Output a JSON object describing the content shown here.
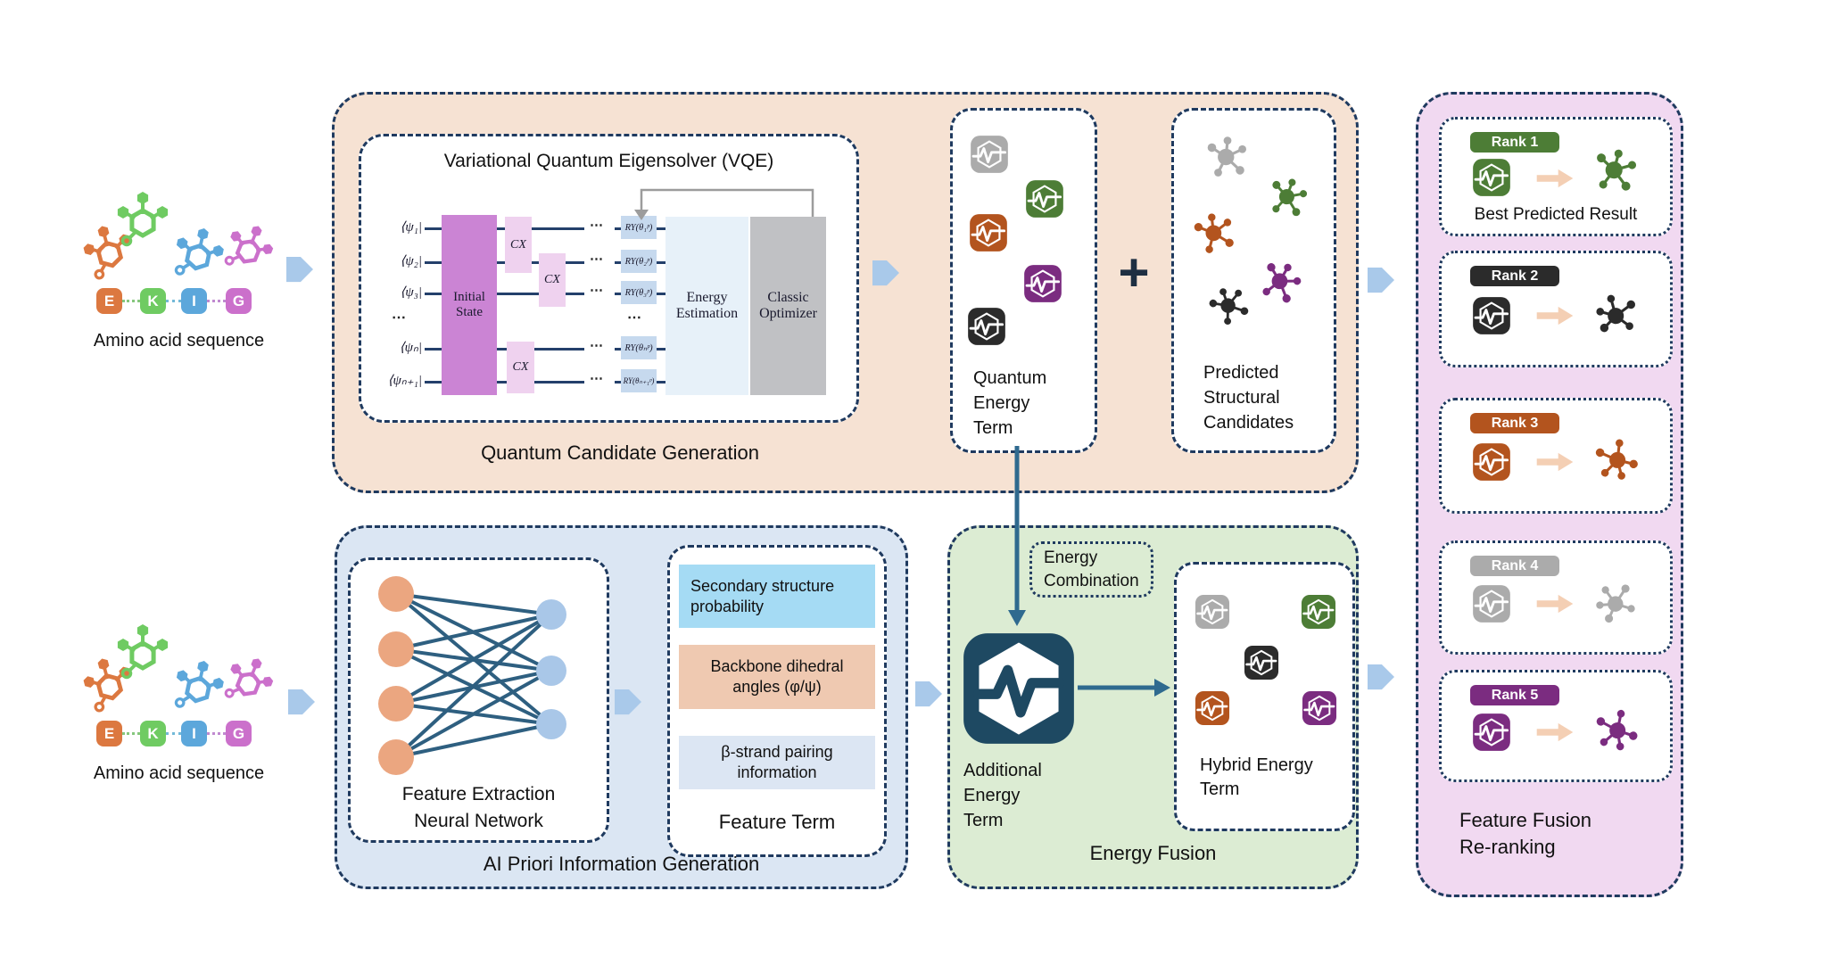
{
  "colors": {
    "navy": "#1f3a5f",
    "teal_arrow": "#2f6a8f",
    "feedback_gray": "#9c9c9c",
    "panel_peach": "#f6e2d3",
    "panel_blue": "#dbe6f3",
    "panel_green": "#dcecd3",
    "panel_pink": "#f1d9f1",
    "blue_arrow": "#a9c9ea",
    "peach_arrow": "#f4cfb4",
    "plus": "#1e2f42",
    "gray": "#ababab",
    "green": "#4d7d36",
    "orange": "#b3541e",
    "purple": "#7b2c80",
    "black": "#2b2b2b",
    "dark_icon": "#1e4962",
    "amino_orange": "#dc7840",
    "amino_green": "#6fcb62",
    "amino_blue": "#5ca7db",
    "amino_magenta": "#cb70cb",
    "connector_1": "#86c77d",
    "connector_2": "#72b9d8",
    "connector_3": "#c08ad0",
    "initial_state": "#cb84d4",
    "cx_gate": "#efd2ef",
    "ry_gate": "#c6d9ee",
    "energy_estimation": "#e7f1f9",
    "classic_optimizer": "#c0c1c4",
    "node_orange": "#eba680",
    "node_blue": "#a9c7e8",
    "edge": "#2e5f80",
    "ss_box": "#a5dbf4",
    "bb_box": "#efc9b1",
    "bs_box": "#dce6f3"
  },
  "sequence_top": {
    "letters": [
      "E",
      "K",
      "I",
      "G"
    ],
    "label": "Amino acid sequence"
  },
  "sequence_bottom": {
    "letters": [
      "E",
      "K",
      "I",
      "G"
    ],
    "label": "Amino acid sequence"
  },
  "quantum_panel": {
    "label": "Quantum Candidate Generation",
    "vqe": {
      "title": "Variational Quantum Eigensolver (VQE)",
      "qubits": [
        "⟨ψ₁|",
        "⟨ψ₂|",
        "⟨ψ₃|",
        "⟨ψₙ|",
        "⟨ψₙ₊₁|"
      ],
      "dots": "⋯",
      "initial_state": "Initial State",
      "cx": "CX",
      "ry_gates": [
        "RY(θ₁ᵖ)",
        "RY(θ₂ᵖ)",
        "RY(θ₃ᵖ)",
        "RY(θₙᵖ)",
        "RY(θₙ₊₁ᵖ)"
      ],
      "energy_estimation": "Energy Estimation",
      "classic_optimizer": "Classic Optimizer"
    },
    "quantum_energy_term": {
      "lines": [
        "Quantum",
        "Energy",
        "Term"
      ]
    },
    "plus": "+",
    "predicted": {
      "lines": [
        "Predicted",
        "Structural",
        "Candidates"
      ]
    }
  },
  "ai_panel": {
    "label": "AI Priori Information Generation",
    "nn_label": [
      "Feature Extraction",
      "Neural Network"
    ],
    "feature_term": {
      "label": "Feature Term",
      "items": [
        "Secondary structure probability",
        "Backbone dihedral angles (φ/ψ)",
        "β-strand pairing information"
      ]
    }
  },
  "fusion_panel": {
    "label": "Energy Fusion",
    "energy_combination": [
      "Energy",
      "Combination"
    ],
    "additional": [
      "Additional",
      "Energy",
      "Term"
    ],
    "hybrid": [
      "Hybrid Energy",
      "Term"
    ]
  },
  "rerank_panel": {
    "label": [
      "Feature Fusion",
      "Re-ranking"
    ],
    "ranks": [
      {
        "label": "Rank 1",
        "color": "#4d7d36",
        "note": "Best Predicted Result"
      },
      {
        "label": "Rank 2",
        "color": "#2b2b2b"
      },
      {
        "label": "Rank 3",
        "color": "#b3541e"
      },
      {
        "label": "Rank 4",
        "color": "#ababab"
      },
      {
        "label": "Rank 5",
        "color": "#7b2c80"
      }
    ]
  }
}
